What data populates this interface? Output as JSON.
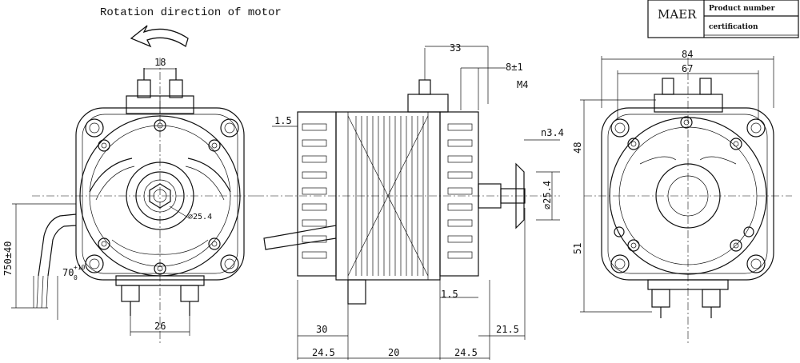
{
  "title_block": {
    "brand": "MAER",
    "rows": [
      "Product number",
      "certification"
    ]
  },
  "rotation_label": "Rotation direction of motor",
  "left_view": {
    "dims": {
      "top_terminal": "18",
      "bottom_terminal": "26",
      "shaft_circle": "⌀25.4",
      "cable_length": "750±40",
      "strip": "70",
      "strip_tol_top": "+10",
      "strip_tol_bottom": "0"
    }
  },
  "side_view": {
    "dims": {
      "top": "33",
      "flat": "8±1",
      "thread": "M4",
      "left_gap": "1.5",
      "hole": "n3.4",
      "shaft": "⌀25.4",
      "right_gap": "1.5",
      "bottom_a": "30",
      "bottom_b": "21.5",
      "b1": "24.5",
      "b2": "20",
      "b3": "24.5"
    }
  },
  "right_view": {
    "dims": {
      "outer": "84",
      "inner": "67",
      "upper": "48",
      "lower": "51"
    }
  },
  "colors": {
    "ink": "#111111",
    "paper": "#ffffff"
  }
}
